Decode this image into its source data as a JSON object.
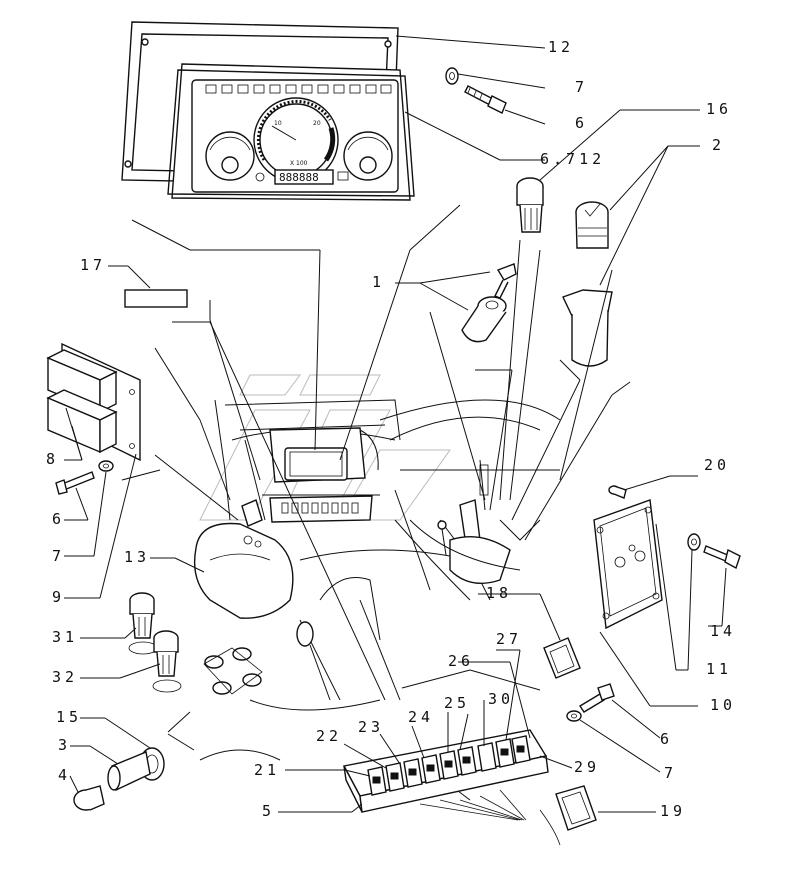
{
  "diagram": {
    "callouts": [
      {
        "id": "c12",
        "text": "12"
      },
      {
        "id": "c7a",
        "text": "7"
      },
      {
        "id": "c6a",
        "text": "6"
      },
      {
        "id": "c6712",
        "text": "6.712"
      },
      {
        "id": "c16",
        "text": "16"
      },
      {
        "id": "c2",
        "text": "2"
      },
      {
        "id": "c17",
        "text": "17"
      },
      {
        "id": "c1",
        "text": "1"
      },
      {
        "id": "c8",
        "text": "8"
      },
      {
        "id": "c6b",
        "text": "6"
      },
      {
        "id": "c7b",
        "text": "7"
      },
      {
        "id": "c9",
        "text": "9"
      },
      {
        "id": "c13",
        "text": "13"
      },
      {
        "id": "c20",
        "text": "20"
      },
      {
        "id": "c14",
        "text": "14"
      },
      {
        "id": "c11",
        "text": "11"
      },
      {
        "id": "c10",
        "text": "10"
      },
      {
        "id": "c18",
        "text": "18"
      },
      {
        "id": "c31",
        "text": "31"
      },
      {
        "id": "c32",
        "text": "32"
      },
      {
        "id": "c27",
        "text": "27"
      },
      {
        "id": "c26",
        "text": "26"
      },
      {
        "id": "c15",
        "text": "15"
      },
      {
        "id": "c30",
        "text": "30"
      },
      {
        "id": "c25",
        "text": "25"
      },
      {
        "id": "c24",
        "text": "24"
      },
      {
        "id": "c23",
        "text": "23"
      },
      {
        "id": "c22",
        "text": "22"
      },
      {
        "id": "c6c",
        "text": "6"
      },
      {
        "id": "c3",
        "text": "3"
      },
      {
        "id": "c21",
        "text": "21"
      },
      {
        "id": "c29",
        "text": "29"
      },
      {
        "id": "c7c",
        "text": "7"
      },
      {
        "id": "c4",
        "text": "4"
      },
      {
        "id": "c5",
        "text": "5"
      },
      {
        "id": "c19",
        "text": "19"
      }
    ],
    "gauge": {
      "tick_10": "10",
      "tick_20": "20",
      "multiplier": "X 100",
      "odometer": "888888"
    }
  }
}
